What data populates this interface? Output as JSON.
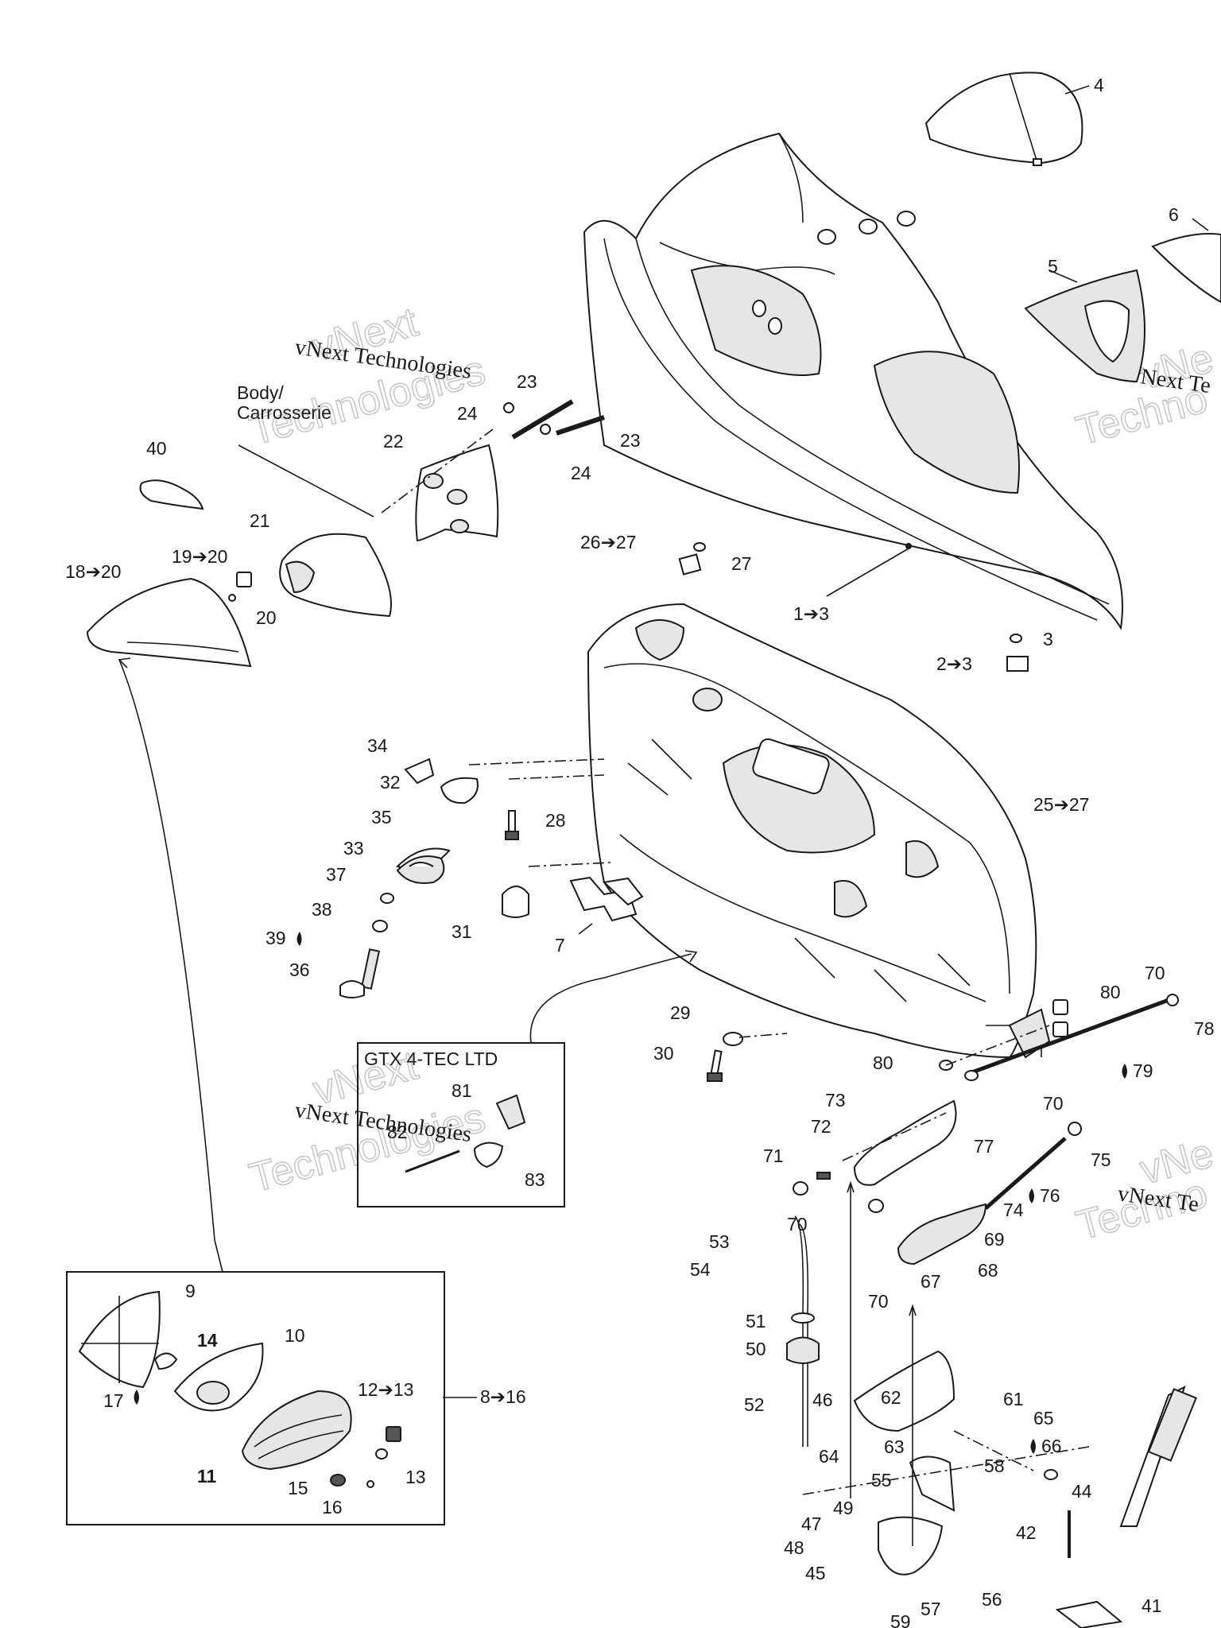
{
  "watermark": {
    "line1": "vNext",
    "line2": "Technologies",
    "caption": "vNext Technologies",
    "caption_partial": "vNext Te",
    "outline_partial_right": "Techno",
    "outline_partial_top": "vNe"
  },
  "annotations": {
    "body_label_line1": "Body/",
    "body_label_line2": "Carrosserie",
    "kit_box_title": "GTX 4-TEC LTD"
  },
  "callouts": {
    "c1": "1➔3",
    "c2": "2➔3",
    "c3": "3",
    "c4": "4",
    "c5": "5",
    "c6": "6",
    "c7": "7",
    "c8": "8➔16",
    "c9": "9",
    "c10": "10",
    "c11": "11",
    "c12": "12➔13",
    "c13": "13",
    "c14": "14",
    "c15": "15",
    "c16": "16",
    "c17": "17",
    "c18": "18➔20",
    "c19": "19➔20",
    "c20a": "20",
    "c21": "21",
    "c22": "22",
    "c23a": "23",
    "c23b": "23",
    "c24a": "24",
    "c24b": "24",
    "c25": "25➔27",
    "c26": "26➔27",
    "c27": "27",
    "c28": "28",
    "c29": "29",
    "c30": "30",
    "c31": "31",
    "c32": "32",
    "c33": "33",
    "c34": "34",
    "c35": "35",
    "c36": "36",
    "c37": "37",
    "c38": "38",
    "c39": "39",
    "c40": "40",
    "c41": "41",
    "c42": "42",
    "c44": "44",
    "c45": "45",
    "c46": "46",
    "c47": "47",
    "c48": "48",
    "c49": "49",
    "c50": "50",
    "c51": "51",
    "c52": "52",
    "c53": "53",
    "c54": "54",
    "c55": "55",
    "c56": "56",
    "c57": "57",
    "c58": "58",
    "c59": "59",
    "c61": "61",
    "c62": "62",
    "c63": "63",
    "c64": "64",
    "c65": "65",
    "c66": "66",
    "c67": "67",
    "c68": "68",
    "c69": "69",
    "c70a": "70",
    "c70b": "70",
    "c70c": "70",
    "c70d": "70",
    "c71": "71",
    "c72": "72",
    "c73": "73",
    "c74": "74",
    "c75": "75",
    "c76": "76",
    "c77": "77",
    "c78": "78",
    "c79": "79",
    "c80a": "80",
    "c80b": "80",
    "c81": "81",
    "c82": "82",
    "c83": "83"
  }
}
